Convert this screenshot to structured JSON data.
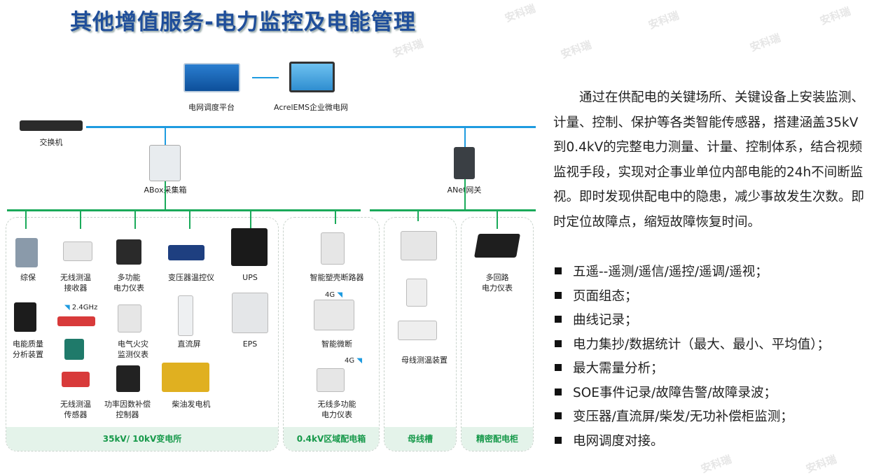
{
  "title": "其他增值服务-电力监控及电能管理",
  "watermark": "安科瑞",
  "top": {
    "grid_platform": "电网调度平台",
    "ems": "AcrelEMS企业微电网",
    "switch": "交换机",
    "abox": "ABox采集箱",
    "anet": "ANet网关"
  },
  "zones": [
    {
      "label": "35kV/ 10kV变电所",
      "devices": [
        "综保",
        "无线测温\n接收器",
        "多功能\n电力仪表",
        "变压器温控仪",
        "UPS",
        "电能质量\n分析装置",
        "电气火灾\n监测仪表",
        "直流屏",
        "EPS",
        "无线测温\n传感器",
        "功率因数补偿\n控制器",
        "柴油发电机"
      ],
      "tag": "2.4GHz"
    },
    {
      "label": "0.4kV区域配电箱",
      "devices": [
        "智能塑壳断路器",
        "智能微断",
        "无线多功能\n电力仪表"
      ],
      "tag": "4G"
    },
    {
      "label": "母线槽",
      "devices": [
        "母线测温装置"
      ]
    },
    {
      "label": "精密配电柜",
      "devices": [
        "多回路\n电力仪表"
      ]
    }
  ],
  "paragraph": "通过在供配电的关键场所、关键设备上安装监测、计量、控制、保护等各类智能传感器，搭建涵盖35kV到0.4kV的完整电力测量、计量、控制体系，结合视频监视手段，实现对企事业单位内部电能的24h不间断监视。即时发现供配电中的隐患，减少事故发生次数。即时定位故障点，缩短故障恢复时间。",
  "bullets": [
    "五遥--遥测/遥信/遥控/遥调/遥视；",
    "页面组态；",
    "曲线记录；",
    "电力集抄/数据统计（最大、最小、平均值）；",
    "最大需量分析；",
    "SOE事件记录/故障告警/故障录波；",
    "变压器/直流屏/柴发/无功补偿柜监测；",
    "电网调度对接。"
  ],
  "colors": {
    "title": "#1f4e9a",
    "bus_blue": "#1e9be0",
    "bus_green": "#1aaa5a",
    "zone_footer": "#e4f3ea"
  }
}
